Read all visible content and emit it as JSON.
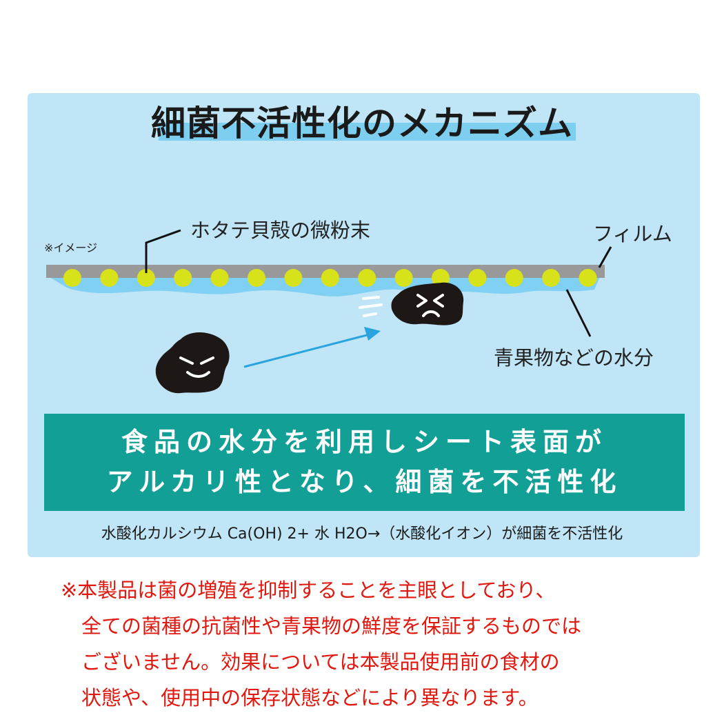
{
  "title": "細菌不活性化のメカニズム",
  "labels": {
    "powder": "ホタテ貝殻の微粉末",
    "film": "フィルム",
    "moisture": "青果物などの水分",
    "note": "※イメージ"
  },
  "banner": {
    "line1": "食品の水分を利用しシート表面が",
    "line2": "アルカリ性となり、細菌を不活性化"
  },
  "formula": "水酸化カルシウム Ca(OH) 2+ 水 H2O→（水酸化イオン）が細菌を不活性化",
  "disclaimer": [
    "※本製品は菌の増殖を抑制することを主眼としており、",
    "全ての菌種の抗菌性や青果物の鮮度を保証するものでは",
    "ございません。効果については本製品使用前の食材の",
    "状態や、使用中の保存状態などにより異なります。"
  ],
  "colors": {
    "panel": "#bfe5f6",
    "title_highlight": "#7ecef0",
    "banner": "#12a096",
    "film": "#999999",
    "powder": "#d7e21a",
    "water": "#7fd0f2",
    "arrow": "#2aa4df",
    "disclaimer_text": "#e0180f"
  },
  "icons": [
    "bacterium-angry-icon",
    "bacterium-distressed-icon",
    "motion-lines-icon",
    "arrow-icon"
  ]
}
